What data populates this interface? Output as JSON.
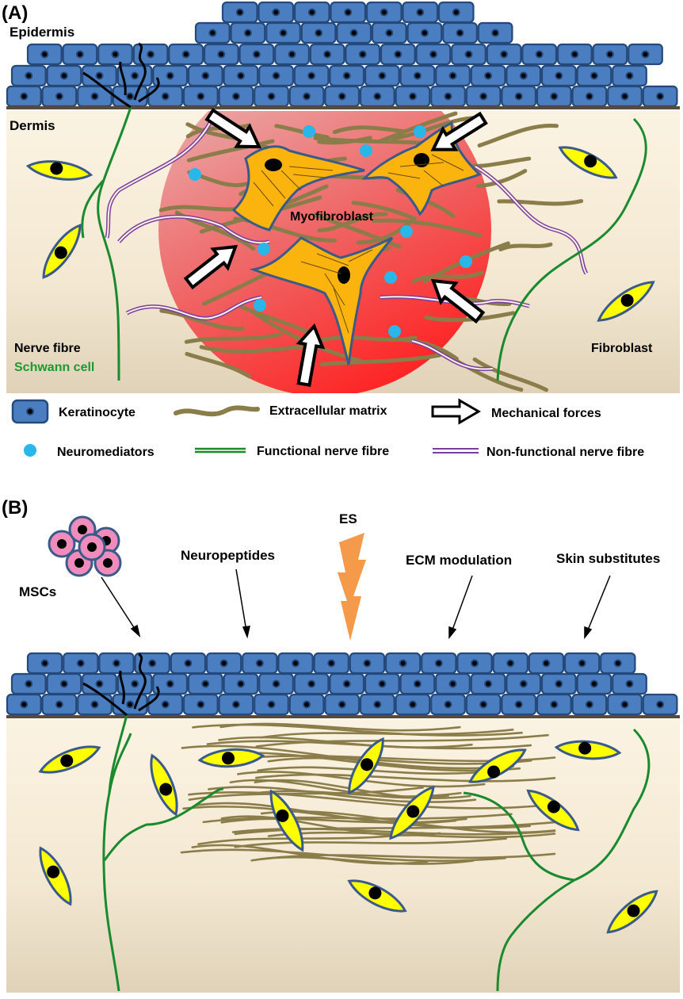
{
  "panel_a": {
    "label": "(A)",
    "epidermis_label": "Epidermis",
    "dermis_label": "Dermis",
    "myofibroblast_label": "Myofibroblast",
    "nerve_fibre_label": "Nerve fibre",
    "schwann_cell_label": "Schwann cell",
    "fibroblast_label": "Fibroblast"
  },
  "legend": {
    "keratinocyte": "Keratinocyte",
    "extracellular_matrix": "Extracellular matrix",
    "mechanical_forces": "Mechanical forces",
    "neuromediators": "Neuromediators",
    "functional_nerve_fibre": "Functional nerve fibre",
    "non_functional_nerve_fibre": "Non-functional nerve fibre"
  },
  "panel_b": {
    "label": "(B)",
    "mscs": "MSCs",
    "neuropeptides": "Neuropeptides",
    "es": "ES",
    "ecm_modulation": "ECM modulation",
    "skin_substitutes": "Skin substitutes"
  },
  "colors": {
    "keratinocyte_fill": "#4a7ec0",
    "keratinocyte_border": "#24497a",
    "basement_membrane": "#5a4a3a",
    "dermis_top": "#fbf3e2",
    "dermis_bottom": "#e2d5bd",
    "fibroblast_fill": "#ffff00",
    "fibroblast_border": "#3a5a8a",
    "myofibroblast_fill": "#fbb30e",
    "ecm_fibre": "#8b7d4a",
    "neuromediator": "#29b6e8",
    "functional_nerve": "#1a8a2e",
    "non_functional_nerve": "#7a3ea0",
    "scar_center": "#ff2020",
    "scar_edge": "#e8a0a0",
    "msc_fill": "#f08cbc",
    "es_bolt": "#f59a4a",
    "mechanical_force_arrow": "#000000"
  },
  "icons": {
    "mechanical_force": "hollow-arrow-icon",
    "electrical_stimulation": "lightning-bolt-icon",
    "treatment_pointer": "arrow-down-icon"
  }
}
